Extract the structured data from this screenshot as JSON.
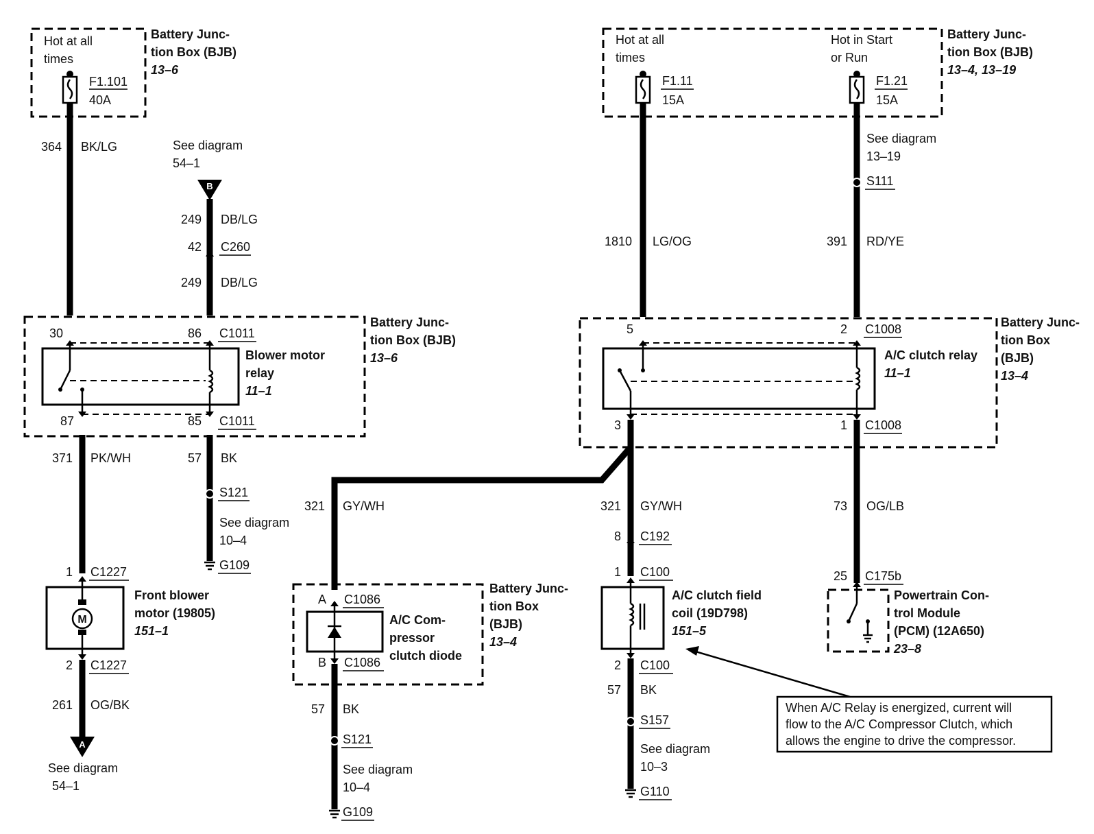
{
  "bjb_left_top": {
    "feed_label": [
      "Hot at all",
      "times"
    ],
    "title": [
      "Battery Junc-",
      "tion Box (BJB)"
    ],
    "ref": "13–6",
    "fuse_id": "F1.101",
    "fuse_rating": "40A"
  },
  "bjb_right_top": {
    "feed_label_a": [
      "Hot at all",
      "times"
    ],
    "feed_label_b": [
      "Hot in Start",
      "or Run"
    ],
    "title": [
      "Battery Junc-",
      "tion Box (BJB)"
    ],
    "ref": "13–4, 13–19",
    "fuse_a_id": "F1.11",
    "fuse_a_rating": "15A",
    "fuse_b_id": "F1.21",
    "fuse_b_rating": "15A"
  },
  "circuits": {
    "c364": {
      "num": "364",
      "color": "BK/LG"
    },
    "c249a": {
      "num": "249",
      "color": "DB/LG"
    },
    "c249b": {
      "num": "249",
      "color": "DB/LG"
    },
    "c42": {
      "num": "42",
      "connector": "C260"
    },
    "c371": {
      "num": "371",
      "color": "PK/WH"
    },
    "c57a": {
      "num": "57",
      "color": "BK"
    },
    "c261": {
      "num": "261",
      "color": "OG/BK"
    },
    "c1810": {
      "num": "1810",
      "color": "LG/OG"
    },
    "c391": {
      "num": "391",
      "color": "RD/YE"
    },
    "c321a": {
      "num": "321",
      "color": "GY/WH"
    },
    "c321b": {
      "num": "321",
      "color": "GY/WH"
    },
    "c73": {
      "num": "73",
      "color": "OG/LB"
    },
    "c57b": {
      "num": "57",
      "color": "BK"
    },
    "c57c": {
      "num": "57",
      "color": "BK"
    }
  },
  "refs": {
    "see_b": [
      "See diagram",
      "54–1"
    ],
    "see_a": [
      "See diagram",
      "54–1"
    ],
    "see_10_4a": [
      "See diagram",
      "10–4"
    ],
    "see_10_4b": [
      "See diagram",
      "10–4"
    ],
    "see_13_19": [
      "See diagram",
      "13–19"
    ],
    "see_10_3": [
      "See diagram",
      "10–3"
    ],
    "connector_b": "B",
    "connector_a": "A"
  },
  "splices": {
    "s121a": "S121",
    "s121b": "S121",
    "s111": "S111",
    "s157": "S157"
  },
  "grounds": {
    "g109a": "G109",
    "g109b": "G109",
    "g110": "G110"
  },
  "blower_relay": {
    "pin30": "30",
    "pin86": "86",
    "pin87": "87",
    "pin85": "85",
    "conn_top": "C1011",
    "conn_bot": "C1011",
    "name": [
      "Blower motor",
      "relay"
    ],
    "ref": "11–1",
    "box_title": [
      "Battery Junc-",
      "tion Box (BJB)"
    ],
    "box_ref": "13–6"
  },
  "ac_relay": {
    "pin5": "5",
    "pin2": "2",
    "pin3": "3",
    "pin1": "1",
    "conn_top": "C1008",
    "conn_bot": "C1008",
    "name": "A/C clutch relay",
    "ref": "11–1",
    "box_title": [
      "Battery Junc-",
      "tion Box",
      "(BJB)"
    ],
    "box_ref": "13–4"
  },
  "blower_motor": {
    "pin1": "1",
    "pin2": "2",
    "conn_top": "C1227",
    "conn_bot": "C1227",
    "name": [
      "Front blower",
      "motor (19805)"
    ],
    "ref": "151–1",
    "symbol": "M"
  },
  "diode": {
    "pinA": "A",
    "pinB": "B",
    "conn_top": "C1086",
    "conn_bot": "C1086",
    "name": [
      "A/C Com-",
      "pressor",
      "clutch diode"
    ],
    "box_title": [
      "Battery Junc-",
      "tion Box",
      "(BJB)"
    ],
    "box_ref": "13–4"
  },
  "clutch_coil": {
    "pin8": "8",
    "conn_c192": "C192",
    "pin1": "1",
    "conn_top": "C100",
    "pin2": "2",
    "conn_bot": "C100",
    "name": [
      "A/C clutch field",
      "coil (19D798)"
    ],
    "ref": "151–5"
  },
  "pcm": {
    "pin25": "25",
    "conn": "C175b",
    "name": [
      "Powertrain Con-",
      "trol Module",
      "(PCM) (12A650)"
    ],
    "ref": "23–8"
  },
  "note": [
    "When A/C Relay is energized, current will",
    "flow to the A/C Compressor Clutch, which",
    "allows the engine to drive the compressor."
  ]
}
